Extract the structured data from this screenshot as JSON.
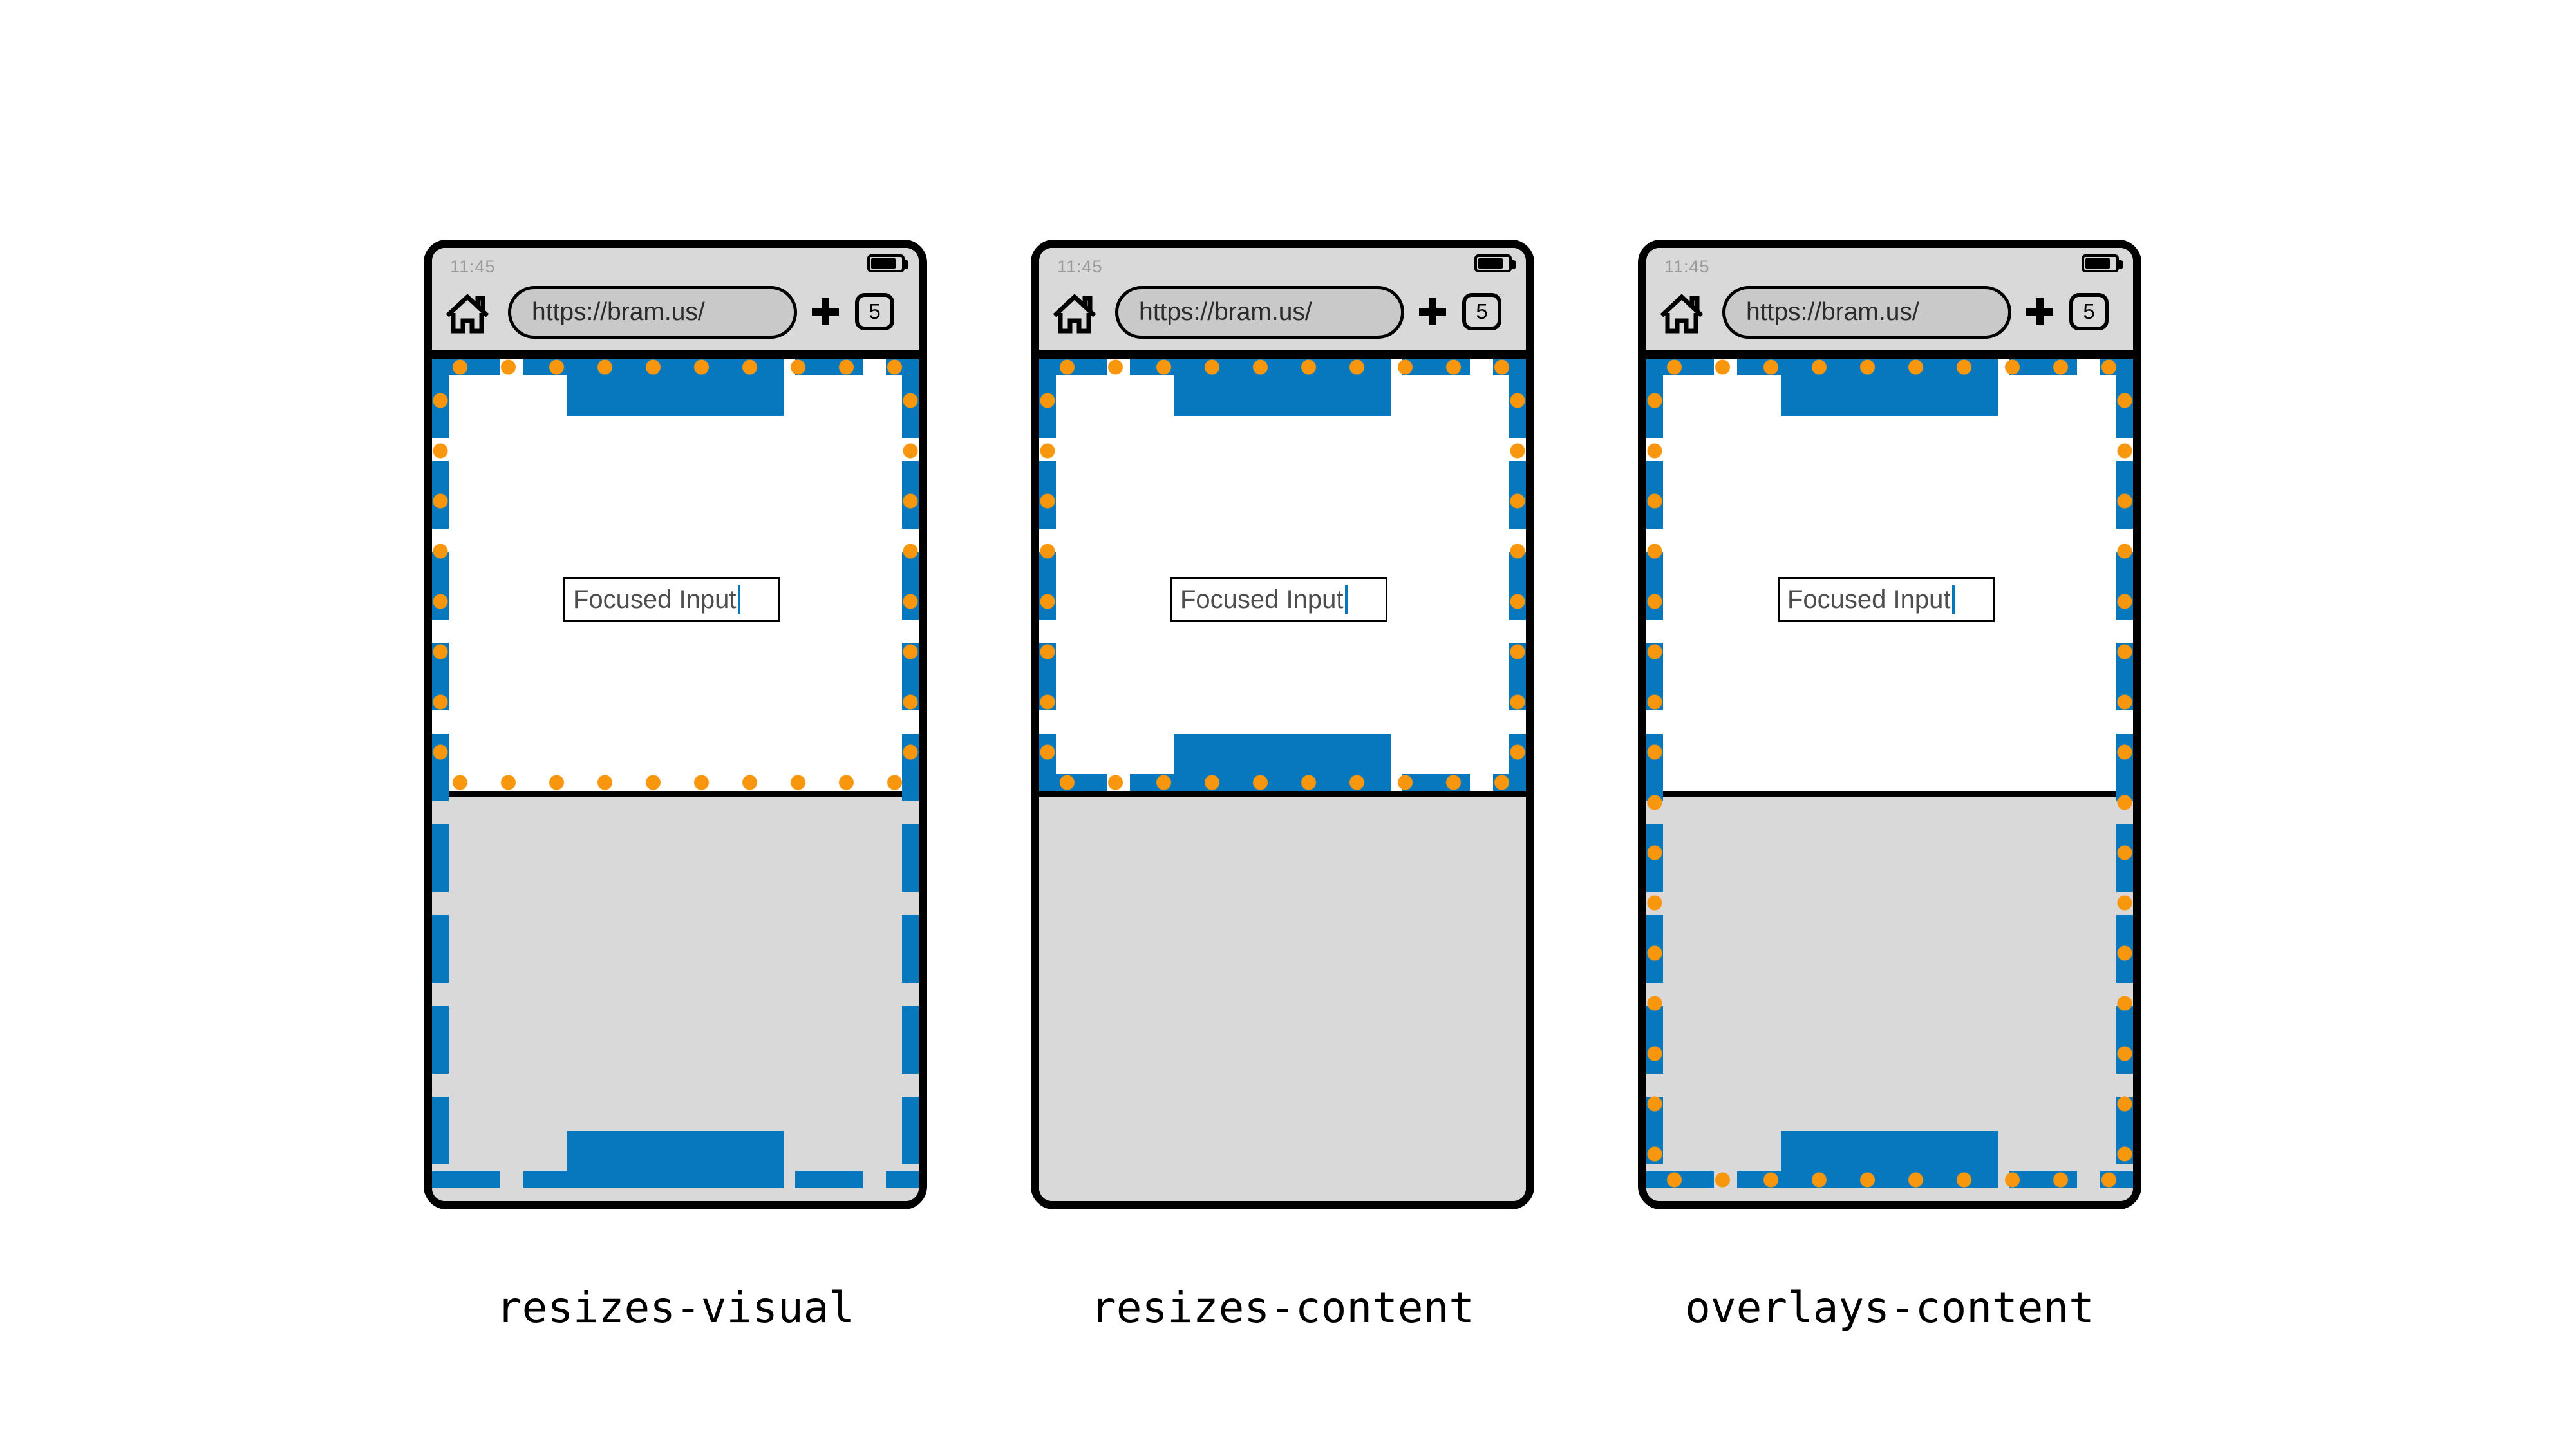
{
  "colors": {
    "blue": "#0778BE",
    "orange": "#F8960D",
    "chrome_gray": "#D9D9D9",
    "pill_gray": "#C9C9C9"
  },
  "phones": [
    {
      "mode": "resizes-visual",
      "label": "resizes-visual",
      "status_time": "11:45",
      "url": "https://bram.us/",
      "tab_count": "5",
      "input_value": "Focused Input"
    },
    {
      "mode": "resizes-content",
      "label": "resizes-content",
      "status_time": "11:45",
      "url": "https://bram.us/",
      "tab_count": "5",
      "input_value": "Focused Input"
    },
    {
      "mode": "overlays-content",
      "label": "overlays-content",
      "status_time": "11:45",
      "url": "https://bram.us/",
      "tab_count": "5",
      "input_value": "Focused Input"
    }
  ]
}
